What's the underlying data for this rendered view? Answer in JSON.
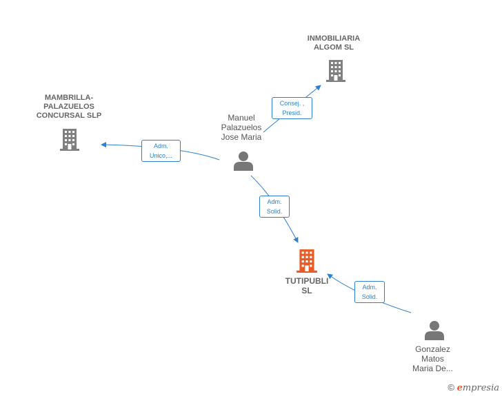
{
  "colors": {
    "edge": "#2d7fd3",
    "company": "#808080",
    "focus_company": "#ea5a24",
    "person": "#777777"
  },
  "nodes": {
    "inmobiliaria": {
      "label": "INMOBILIARIA\nALGOM  SL",
      "icon": "building-icon"
    },
    "mambrilla": {
      "label": "MAMBRILLA-\nPALAZUELOS\nCONCURSAL SLP",
      "icon": "building-icon"
    },
    "manuel": {
      "label": "Manuel\nPalazuelos\nJose Maria",
      "icon": "person-icon"
    },
    "tutipubli": {
      "label": "TUTIPUBLI\nSL",
      "icon": "building-icon"
    },
    "gonzalez": {
      "label": "Gonzalez\nMatos\nMaria De...",
      "icon": "person-icon"
    }
  },
  "edges": {
    "manuel_inmobiliaria": {
      "line1": "Consej. ,",
      "line2": "Presid."
    },
    "manuel_mambrilla": {
      "line1": "Adm.",
      "line2": "Unico,..."
    },
    "manuel_tutipubli": {
      "line1": "Adm.",
      "line2": "Solid."
    },
    "gonzalez_tutipubli": {
      "line1": "Adm.",
      "line2": "Solid."
    }
  },
  "watermark": {
    "copyright": "©",
    "brand_e": "e",
    "brand_rest": "mpresia"
  }
}
